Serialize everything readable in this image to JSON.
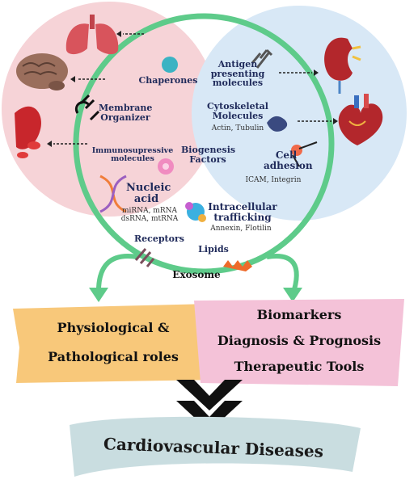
{
  "labels": {
    "chaperones": "Chaperones",
    "antigen": "Antigen presenting molecules",
    "membrane": "Membrane Organizer",
    "cytoskeletal": "Cytoskeletal Molecules",
    "cytoskeletal_sub": "Actin, Tubulin",
    "immuno": "Immunosupressive molecules",
    "biogenesis": "Biogenesis Factors",
    "cell_adhesion": "Cell adhesion",
    "cell_adhesion_sub": "ICAM, Integrin",
    "nucleic": "Nucleic acid",
    "nucleic_sub": "miRNA, mRNA dsRNA, mtRNA",
    "intracellular": "Intracellular trafficking",
    "intracellular_sub": "Annexin, Flotilin",
    "receptors": "Receptors",
    "lipids": "Lipids",
    "exosome": "Exosome"
  },
  "boxes": {
    "left_line1": "Physiological &",
    "left_line2": "Pathological roles",
    "right_line1": "Biomarkers",
    "right_line2": "Diagnosis & Prognosis",
    "right_line3": "Therapeutic Tools"
  },
  "banner": "Cardiovascular Diseases",
  "colors": {
    "pink_circle": "#f6d3d7",
    "blue_circle": "#d8e8f6",
    "exosome_ring": "#5ecb8a",
    "orange_box": "#f8c87a",
    "pink_box": "#f4c2d8",
    "banner": "#c9dde0",
    "label_text": "#1f2a5a"
  },
  "icons": [
    "lungs-icon",
    "brain-icon",
    "blood-vessel-icon",
    "kidney-icon",
    "heart-icon",
    "chevron-down-icon"
  ]
}
